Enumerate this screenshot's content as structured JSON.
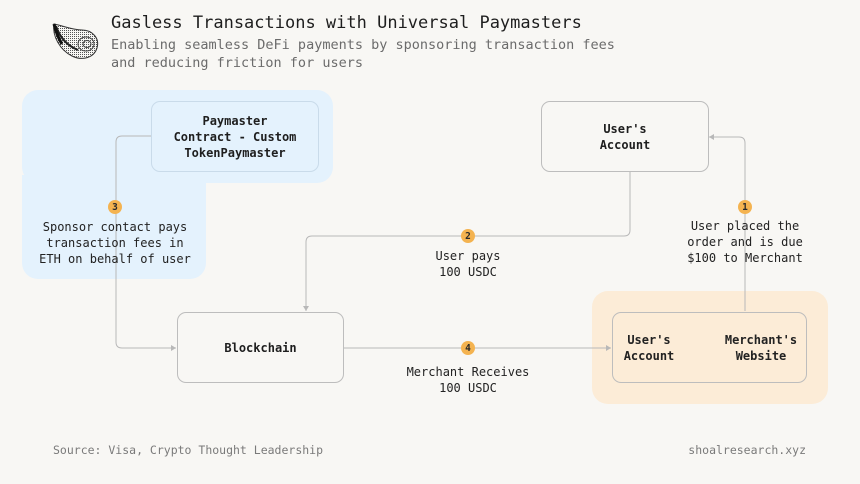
{
  "header": {
    "title": "Gasless Transactions with Universal Paymasters",
    "subtitle": "Enabling seamless DeFi payments by sponsoring transaction fees\nand reducing friction for users"
  },
  "nodes": {
    "paymaster": "Paymaster\nContract - Custom\nTokenPaymaster",
    "users_account_top": "User's\nAccount",
    "blockchain": "Blockchain",
    "users_account_bottom": "User's\nAccount",
    "merchant_website": "Merchant's\nWebsite"
  },
  "steps": [
    {
      "number": "1",
      "text": "User placed the\norder and is due\n$100 to Merchant"
    },
    {
      "number": "2",
      "text": "User pays\n100 USDC"
    },
    {
      "number": "3",
      "text": "Sponsor contact pays\ntransaction fees in\nETH on behalf of user"
    },
    {
      "number": "4",
      "text": "Merchant Receives\n100 USDC"
    }
  ],
  "footer": {
    "source": "Source: Visa, Crypto Thought Leadership",
    "brand": "shoalresearch.xyz"
  },
  "colors": {
    "blue_panel": "#e4f2fd",
    "orange_panel": "#fcecd7",
    "badge": "#f4b350",
    "line": "#b8b8b8"
  }
}
